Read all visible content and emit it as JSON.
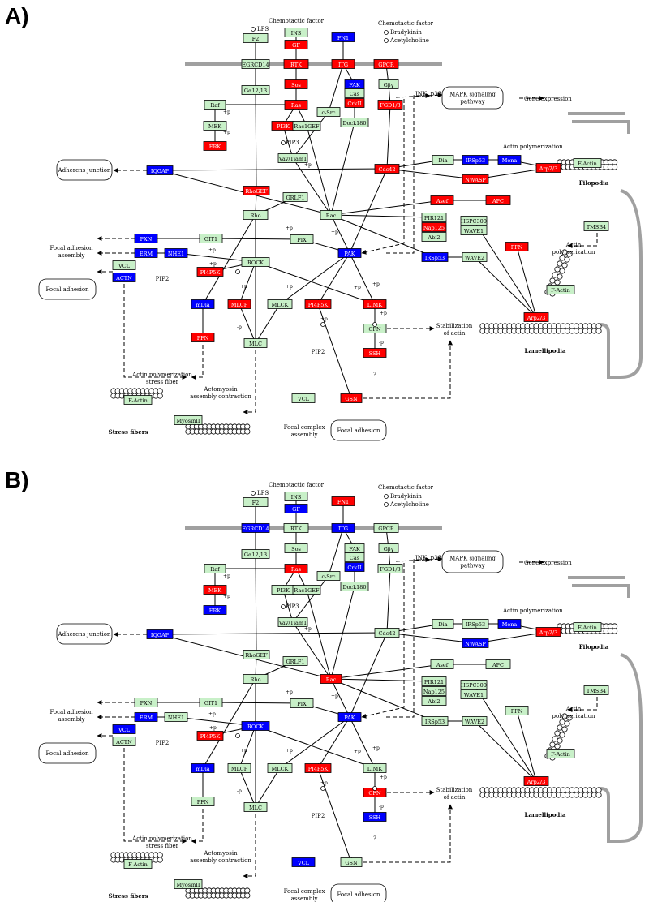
{
  "colors": {
    "green": "#c8f0c8",
    "red": "#ff0000",
    "blue": "#0000ff",
    "membrane": "#a0a0a0"
  },
  "panels": [
    {
      "label": "A)",
      "nodes": {
        "F2": "green",
        "EGRCD14": "green",
        "Ga12_13": "green",
        "INS": "green",
        "GF": "red",
        "RTK": "red",
        "Sos": "red",
        "Ras": "red",
        "FN1": "blue",
        "ITG": "red",
        "FAK": "blue",
        "Cas": "green",
        "CrkII": "red",
        "Dock180": "green",
        "GPCR": "red",
        "Gbg": "green",
        "FGD1_3": "red",
        "cSrc": "green",
        "Raf": "green",
        "MEK": "green",
        "ERK": "red",
        "PI3K": "red",
        "Rac1GEF": "green",
        "Vav": "green",
        "Cdc42": "red",
        "Dia": "green",
        "IRSp53a": "blue",
        "Mena": "blue",
        "NWASP": "red",
        "Arp23a": "red",
        "FActinA": "green",
        "IQGAP": "blue",
        "RhoGEF": "red",
        "GRLF1": "green",
        "Rho": "green",
        "Rac": "green",
        "Asef": "red",
        "APC": "red",
        "PIR121": "green",
        "Nap125": "red",
        "Abi2": "green",
        "HSPC300": "green",
        "WAVE1": "green",
        "TMSB4": "green",
        "PXN": "blue",
        "GIT1": "green",
        "PIX": "green",
        "ERM": "blue",
        "NHE1": "blue",
        "VCLa": "green",
        "ACTN": "blue",
        "PI4P5Ka": "red",
        "ROCK": "green",
        "PAK": "blue",
        "IRSp53b": "blue",
        "WAVE2": "green",
        "PFNb": "red",
        "FActinB": "green",
        "mDia": "blue",
        "MLCP": "red",
        "MLCK": "green",
        "PI4P5Kb": "red",
        "LIMK": "red",
        "CFN": "green",
        "SSH": "red",
        "PFNa": "red",
        "MLC": "green",
        "Arp23b": "red",
        "VCLb": "green",
        "GSN": "red",
        "FActinC": "green",
        "MyosinII": "green"
      }
    },
    {
      "label": "B)",
      "nodes": {
        "F2": "green",
        "EGRCD14": "blue",
        "Ga12_13": "green",
        "INS": "green",
        "GF": "blue",
        "RTK": "green",
        "Sos": "green",
        "Ras": "red",
        "FN1": "red",
        "ITG": "blue",
        "FAK": "green",
        "Cas": "green",
        "CrkII": "blue",
        "Dock180": "green",
        "GPCR": "green",
        "Gbg": "green",
        "FGD1_3": "green",
        "cSrc": "green",
        "Raf": "green",
        "MEK": "red",
        "ERK": "blue",
        "PI3K": "green",
        "Rac1GEF": "green",
        "Vav": "green",
        "Cdc42": "green",
        "Dia": "green",
        "IRSp53a": "green",
        "Mena": "blue",
        "NWASP": "blue",
        "Arp23a": "red",
        "FActinA": "green",
        "IQGAP": "blue",
        "RhoGEF": "green",
        "GRLF1": "green",
        "Rho": "green",
        "Rac": "red",
        "Asef": "green",
        "APC": "green",
        "PIR121": "green",
        "Nap125": "green",
        "Abi2": "green",
        "HSPC300": "green",
        "WAVE1": "green",
        "TMSB4": "green",
        "PXN": "green",
        "GIT1": "green",
        "PIX": "green",
        "ERM": "blue",
        "NHE1": "green",
        "VCLa": "blue",
        "ACTN": "green",
        "PI4P5Ka": "red",
        "ROCK": "blue",
        "PAK": "blue",
        "IRSp53b": "green",
        "WAVE2": "green",
        "PFNb": "green",
        "FActinB": "green",
        "mDia": "blue",
        "MLCP": "green",
        "MLCK": "green",
        "PI4P5Kb": "red",
        "LIMK": "green",
        "CFN": "red",
        "SSH": "blue",
        "PFNa": "green",
        "MLC": "green",
        "Arp23b": "red",
        "VCLb": "blue",
        "GSN": "green",
        "FActinC": "green",
        "MyosinII": "green"
      }
    }
  ],
  "labels": {
    "F2": "F2",
    "EGRCD14": "EGRCD14",
    "Ga12_13": "Gα12,13",
    "INS": "INS",
    "GF": "GF",
    "RTK": "RTK",
    "Sos": "Sos",
    "Ras": "Ras",
    "FN1": "FN1",
    "ITG": "ITG",
    "FAK": "FAK",
    "Cas": "Cas",
    "CrkII": "CrkII",
    "Dock180": "Dock180",
    "GPCR": "GPCR",
    "Gbg": "Gβγ",
    "FGD1_3": "FGD1/3",
    "cSrc": "c-Src",
    "Raf": "Raf",
    "MEK": "MEK",
    "ERK": "ERK",
    "PI3K": "PI3K",
    "Rac1GEF": "Rac1GEF",
    "Vav": "Vav/Tiam1",
    "Cdc42": "Cdc42",
    "Dia": "Dia",
    "IRSp53a": "IRSp53",
    "Mena": "Mena",
    "NWASP": "NWASP",
    "Arp23a": "Arp2/3",
    "FActinA": "F-Actin",
    "IQGAP": "IQGAP",
    "RhoGEF": "RhoGEF",
    "GRLF1": "GRLF1",
    "Rho": "Rho",
    "Rac": "Rac",
    "Asef": "Asef",
    "APC": "APC",
    "PIR121": "PIR121",
    "Nap125": "Nap125",
    "Abi2": "Abi2",
    "HSPC300": "HSPC300",
    "WAVE1": "WAVE1",
    "TMSB4": "TMSB4",
    "PXN": "PXN",
    "GIT1": "GIT1",
    "PIX": "PIX",
    "ERM": "ERM",
    "NHE1": "NHE1",
    "VCLa": "VCL",
    "ACTN": "ACTN",
    "PI4P5Ka": "PI4P5K",
    "ROCK": "ROCK",
    "PAK": "PAK",
    "IRSp53b": "IRSp53",
    "WAVE2": "WAVE2",
    "PFNb": "PFN",
    "FActinB": "F-Actin",
    "mDia": "mDia",
    "MLCP": "MLCP",
    "MLCK": "MLCK",
    "PI4P5Kb": "PI4P5K",
    "LIMK": "LIMK",
    "CFN": "CFN",
    "SSH": "SSH",
    "PFNa": "PFN",
    "MLC": "MLC",
    "Arp23b": "Arp2/3",
    "VCLb": "VCL",
    "GSN": "GSN",
    "FActinC": "F-Actin",
    "MyosinII": "MyosinII"
  },
  "text_labels": {
    "lps": "LPS",
    "chemotactic_factor_1": "Chemotactic factor",
    "chemotactic_factor_2": "Chemotactic factor",
    "bradykinin": "Bradykinin",
    "acetylcholine": "Acetylcholine",
    "jnk_p38": "JNK, p38",
    "mapk_pathway": "MAPK signaling\npathway",
    "gene_expression": "Gene expression",
    "actin_polymerization_1": "Actin polymerization",
    "adherens_junction": "Adherens junction",
    "filopodia": "Filopodia",
    "pip3": "PIP3",
    "focal_adhesion_assembly": "Focal adhesion\nassembly",
    "focal_adhesion_1": "Focal adhesion",
    "pip2_a": "PIP2",
    "actin_polymerization_2": "Actin\npolymerization",
    "stabilization_of_actin": "Stabilization\nof actin",
    "lamellipodia": "Lamellipodia",
    "pip2_b": "PIP2",
    "question": "?",
    "actin_polym_stress": "Actin polymerization\nstress fiber",
    "actomyosin": "Actomyosin\nassembly contraction",
    "stress_fibers": "Stress fibers",
    "focal_complex": "Focal complex\nassembly",
    "focal_adhesion_2": "Focal adhesion",
    "p": "+p",
    "minus_p": "-p"
  }
}
